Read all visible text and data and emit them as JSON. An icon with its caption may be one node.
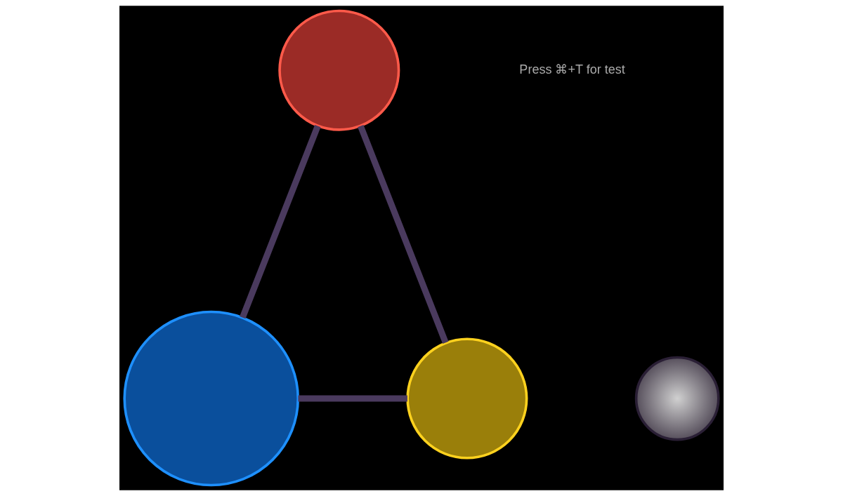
{
  "diagram": {
    "nodes": [
      {
        "text": [],
        "shape": "circle"
      },
      {
        "text": [],
        "shape": "circle"
      },
      {
        "text": [],
        "shape": "circle"
      },
      {
        "text": [],
        "shape": "circle"
      }
    ],
    "edges": [
      {
        "from": 0,
        "to": 2,
        "arrow": "none"
      },
      {
        "from": 2,
        "to": 3,
        "arrow": "none"
      },
      {
        "from": 3,
        "to": 0,
        "arrow": "none"
      }
    ],
    "labels": [
      "Press ⌘+T for test"
    ]
  }
}
